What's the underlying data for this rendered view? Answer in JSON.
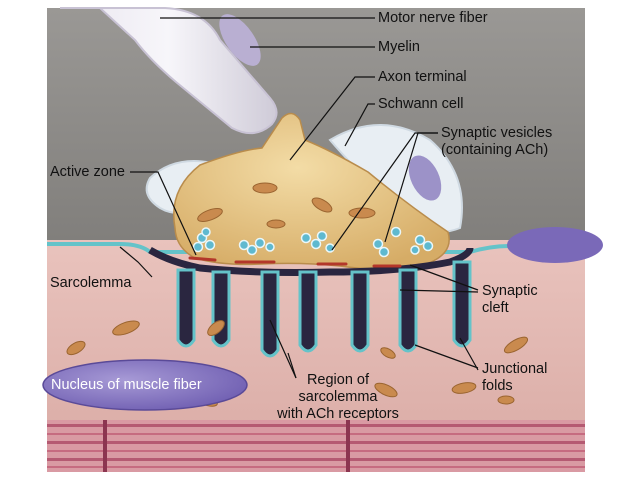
{
  "labels": {
    "motor_nerve_fiber": "Motor nerve fiber",
    "myelin": "Myelin",
    "axon_terminal": "Axon terminal",
    "schwann_cell": "Schwann cell",
    "synaptic_vesicles": "Synaptic vesicles\n(containing ACh)",
    "active_zone": "Active zone",
    "sarcolemma": "Sarcolemma",
    "synaptic_cleft": "Synaptic\ncleft",
    "junctional_folds": "Junctional\nfolds",
    "nucleus_of_muscle_fiber": "Nucleus of muscle fiber",
    "region_of_sarcolemma": "Region of\nsarcolemma\nwith ACh receptors"
  },
  "colors": {
    "background_gray": "#8c8a86",
    "muscle_pink": "#e3b7b0",
    "axon_gold": "#e6c486",
    "membrane_cyan": "#64c3c9",
    "cleft_dark": "#2a2640",
    "nucleus_purple": "#8574c2",
    "mitochondria": "#c98a4e",
    "vesicle": "#5fb9cf"
  }
}
